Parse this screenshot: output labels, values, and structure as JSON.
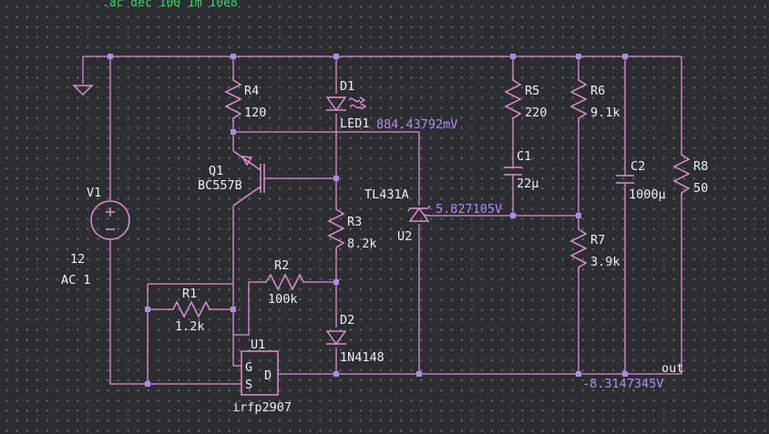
{
  "directive": ".ac dec 100 1m 10e8",
  "components": {
    "v1": {
      "name": "V1",
      "value": "12",
      "ac": "AC 1"
    },
    "r4": {
      "name": "R4",
      "value": "120"
    },
    "d1": {
      "name": "D1",
      "value": "LED1"
    },
    "q1": {
      "name": "Q1",
      "value": "BC557B"
    },
    "r3": {
      "name": "R3",
      "value": "8.2k"
    },
    "u2": {
      "name": "U2",
      "value": "TL431A"
    },
    "r5": {
      "name": "R5",
      "value": "220"
    },
    "c1": {
      "name": "C1",
      "value": "22µ"
    },
    "r6": {
      "name": "R6",
      "value": "9.1k"
    },
    "r7": {
      "name": "R7",
      "value": "3.9k"
    },
    "c2": {
      "name": "C2",
      "value": "1000µ"
    },
    "r8": {
      "name": "R8",
      "value": "50"
    },
    "r2": {
      "name": "R2",
      "value": "100k"
    },
    "r1": {
      "name": "R1",
      "value": "1.2k"
    },
    "d2": {
      "name": "D2",
      "value": "1N4148"
    },
    "u1": {
      "name": "U1",
      "value": "irfp2907",
      "pin_g": "G",
      "pin_s": "S",
      "pin_d": "D"
    }
  },
  "voltage_labels": {
    "led_node": "884.43792mV",
    "ref_node": "5.827105V",
    "out_node": "-8.3147345V"
  },
  "net_labels": {
    "out": "out"
  },
  "colors": {
    "background": "#2b2d31",
    "wire": "#e08fd3",
    "junction": "#a98de4",
    "label": "#eceff2",
    "voltage": "#b38bf0",
    "directive": "#3ed36a"
  }
}
